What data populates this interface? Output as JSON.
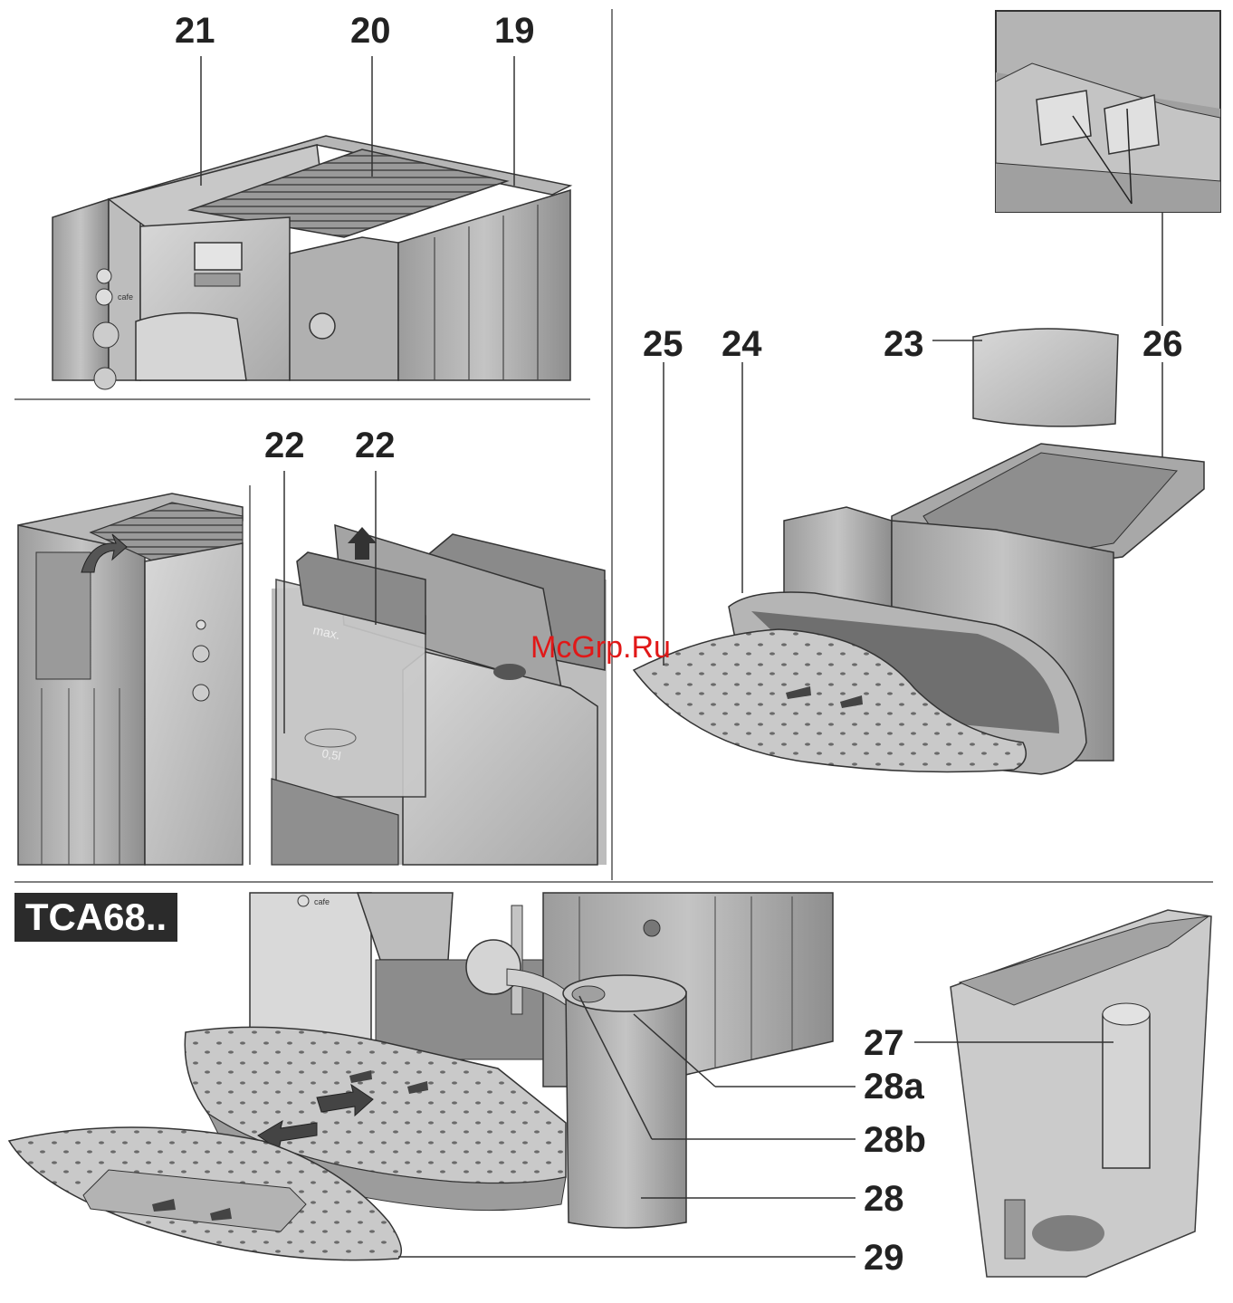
{
  "callouts": {
    "n21": "21",
    "n20": "20",
    "n19": "19",
    "n22a": "22",
    "n22b": "22",
    "n25": "25",
    "n24": "24",
    "n23": "23",
    "n26": "26",
    "n27": "27",
    "n28a": "28a",
    "n28b": "28b",
    "n28": "28",
    "n29": "29"
  },
  "model_badge": "TCA68..",
  "watermark": "McGrp.Ru",
  "tank_labels": {
    "max": "max.",
    "half_litre": "0,5l"
  },
  "panel_text": {
    "cafe": "cafe"
  },
  "colors": {
    "ink": "#222222",
    "body_grey": "#a8a8a8",
    "light_grey": "#cfcfcf",
    "dark_grey": "#7a7a7a",
    "watermark_red": "#e11818",
    "badge_bg": "#2b2b2b"
  }
}
